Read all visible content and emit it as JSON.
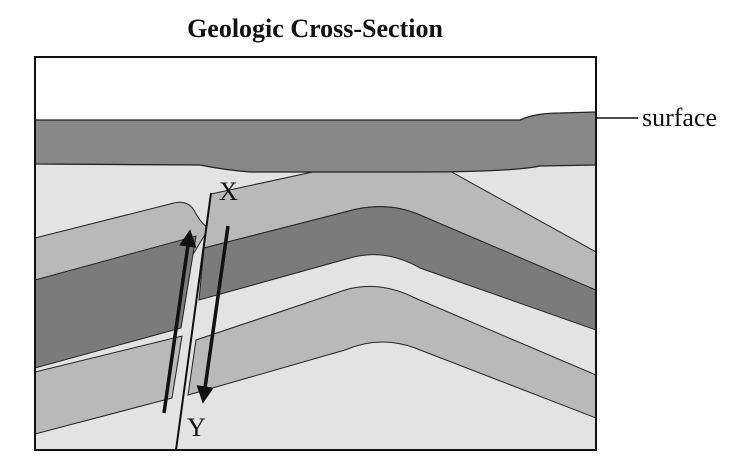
{
  "title": "Geologic Cross-Section",
  "labels": {
    "surface": "surface",
    "point_x": "X",
    "point_y": "Y"
  },
  "colors": {
    "sky": "#ffffff",
    "background_rock": "#e3e3e3",
    "surface_layer": "#888888",
    "light_layer": "#b9b9b9",
    "dark_layer": "#7b7b7b",
    "outline": "#111111"
  }
}
